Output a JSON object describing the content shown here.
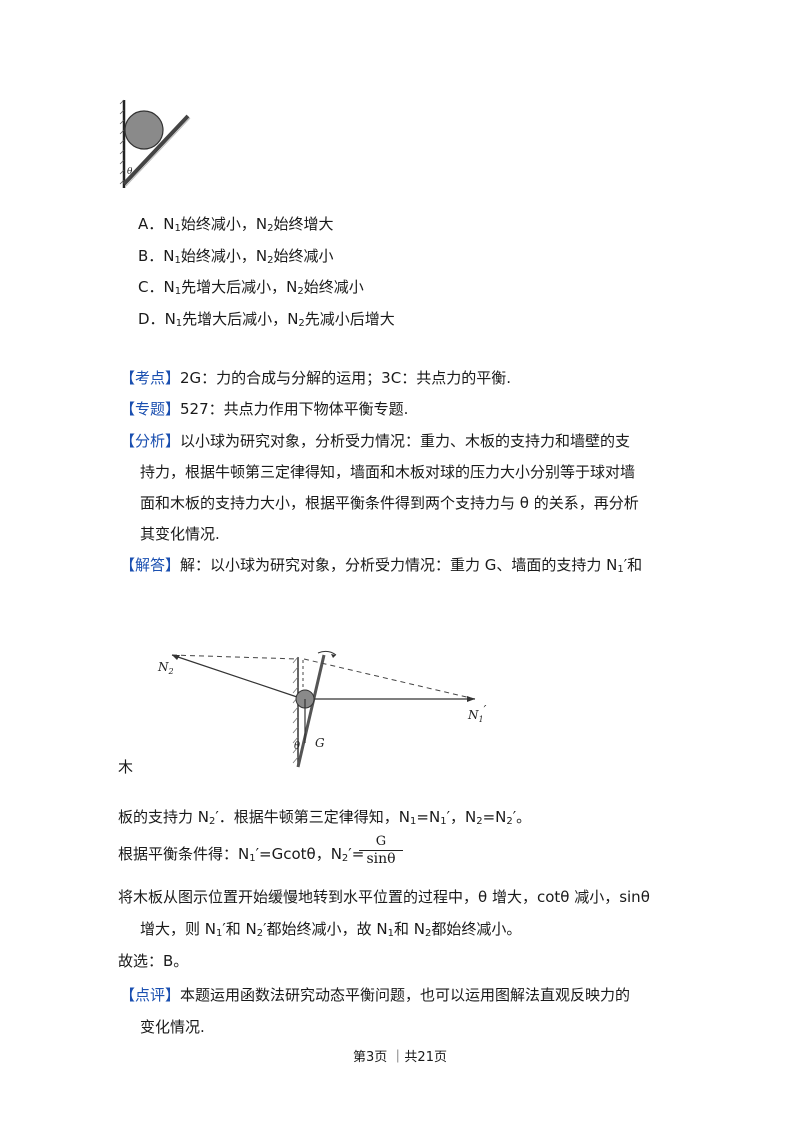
{
  "options": {
    "A": {
      "label": "A．",
      "n1": "N",
      "s1": "1",
      "t1": "始终减小，",
      "n2": "N",
      "s2": "2",
      "t2": "始终增大"
    },
    "B": {
      "label": "B．",
      "n1": "N",
      "s1": "1",
      "t1": "始终减小，",
      "n2": "N",
      "s2": "2",
      "t2": "始终减小"
    },
    "C": {
      "label": "C．",
      "n1": "N",
      "s1": "1",
      "t1": "先增大后减小，",
      "n2": "N",
      "s2": "2",
      "t2": "始终减小"
    },
    "D": {
      "label": "D．",
      "n1": "N",
      "s1": "1",
      "t1": "先增大后减小，",
      "n2": "N",
      "s2": "2",
      "t2": "先减小后增大"
    }
  },
  "kaodian": {
    "tag": "【考点】",
    "text": "2G：力的合成与分解的运用；3C：共点力的平衡."
  },
  "zhuanti": {
    "tag": "【专题】",
    "text": "527：共点力作用下物体平衡专题."
  },
  "fenxi": {
    "tag": "【分析】",
    "lines": [
      "以小球为研究对象，分析受力情况：重力、木板的支持力和墙壁的支",
      "持力，根据牛顿第三定律得知，墙面和木板对球的压力大小分别等于球对墙",
      "面和木板的支持力大小，根据平衡条件得到两个支持力与 θ 的关系，再分析",
      "其变化情况."
    ]
  },
  "jieda": {
    "tag": "【解答】",
    "text_a": "解：以小球为研究对象，分析受力情况：重力 G、墙面的支持力 N",
    "sub": "1",
    "text_b": "′和"
  },
  "diagram": {
    "n2": "N",
    "n2sub": "2",
    "n1": "N",
    "n1sub": "1",
    "n1prime": "′",
    "g": "G",
    "theta": "θ"
  },
  "mu": "木",
  "line_board": {
    "a": "板的支持力 N",
    "a_sub": "2",
    "b": "′．根据牛顿第三定律得知，N",
    "b_sub": "1",
    "c": "=N",
    "c_sub": "1",
    "d": "′，N",
    "d_sub": "2",
    "e": "=N",
    "e_sub": "2",
    "f": "′。"
  },
  "line_balance": {
    "a": "根据平衡条件得：N",
    "a_sub": "1",
    "b": "′=Gcotθ，N",
    "b_sub": "2",
    "c": "′=",
    "frac_num": "G",
    "frac_den": "sinθ"
  },
  "line_rotate1": "将木板从图示位置开始缓慢地转到水平位置的过程中，θ 增大，cotθ 减小，sinθ",
  "line_rotate2": {
    "a": "增大，则 N",
    "a_sub": "1",
    "b": "′和 N",
    "b_sub": "2",
    "c": "′都始终减小，故 N",
    "c_sub": "1",
    "d": "和 N",
    "d_sub": "2",
    "e": "都始终减小。"
  },
  "answer": "故选：B。",
  "dianping": {
    "tag": "【点评】",
    "line1": "本题运用函数法研究动态平衡问题，也可以运用图解法直观反映力的",
    "line2": "变化情况."
  },
  "footer": "第3页 ｜共21页"
}
